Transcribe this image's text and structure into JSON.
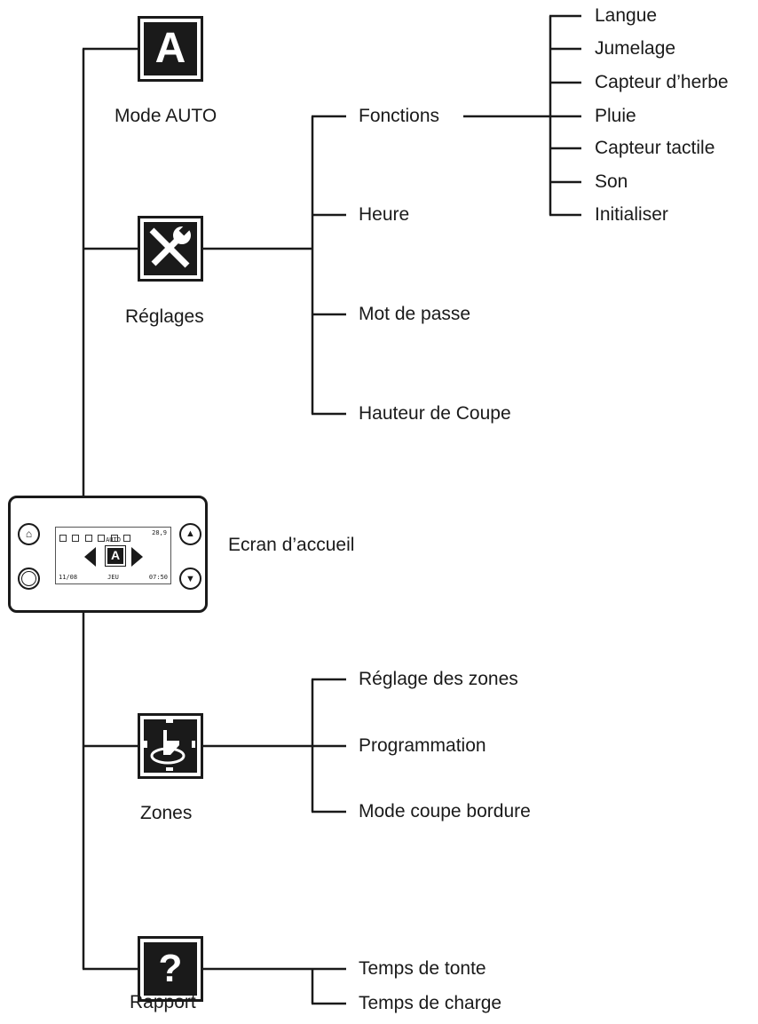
{
  "home_screen": {
    "label": "Ecran d’accueil",
    "display": {
      "mode": "AUTO",
      "value": "28,9",
      "date": "11/08",
      "day": "JEU",
      "time": "07:50",
      "center_icon_letter": "A"
    }
  },
  "auto_mode": {
    "label": "Mode AUTO",
    "icon_letter": "A"
  },
  "settings": {
    "label": "Réglages",
    "items": [
      "Fonctions",
      "Heure",
      "Mot de passe",
      "Hauteur de Coupe"
    ],
    "functions": [
      "Langue",
      "Jumelage",
      "Capteur d’herbe",
      "Pluie",
      "Capteur tactile",
      "Son",
      "Initialiser"
    ]
  },
  "zones": {
    "label": "Zones",
    "items": [
      "Réglage des zones",
      "Programmation",
      "Mode coupe bordure"
    ]
  },
  "report": {
    "label": "Rapport",
    "icon_glyph": "?",
    "items": [
      "Temps de tonte",
      "Temps de charge"
    ]
  },
  "colors": {
    "ink": "#1a1a1a",
    "background": "#ffffff"
  }
}
